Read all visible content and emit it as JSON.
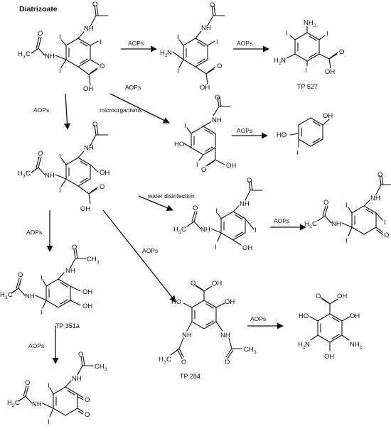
{
  "title": "Diatrizoate",
  "labels": {
    "aops": "AOPs",
    "microorganisms": "microorganisms",
    "water_disinfection": "water disinfection"
  },
  "compounds": {
    "tp527": "TP 527",
    "tp351a": "TP 351a",
    "tp284": "TP 284"
  },
  "atoms": {
    "iodine": "I",
    "nh": "NH",
    "nh2": "NH",
    "sub2": "2",
    "h": "H",
    "n": "N",
    "h3c_h": "H",
    "h3c_3": "3",
    "h3c_c": "C",
    "ch3": "CH",
    "sub3": "3",
    "o": "O",
    "oh": "OH",
    "ho": "HO"
  },
  "colors": {
    "ink": "#111111",
    "background": "#ffffff"
  }
}
